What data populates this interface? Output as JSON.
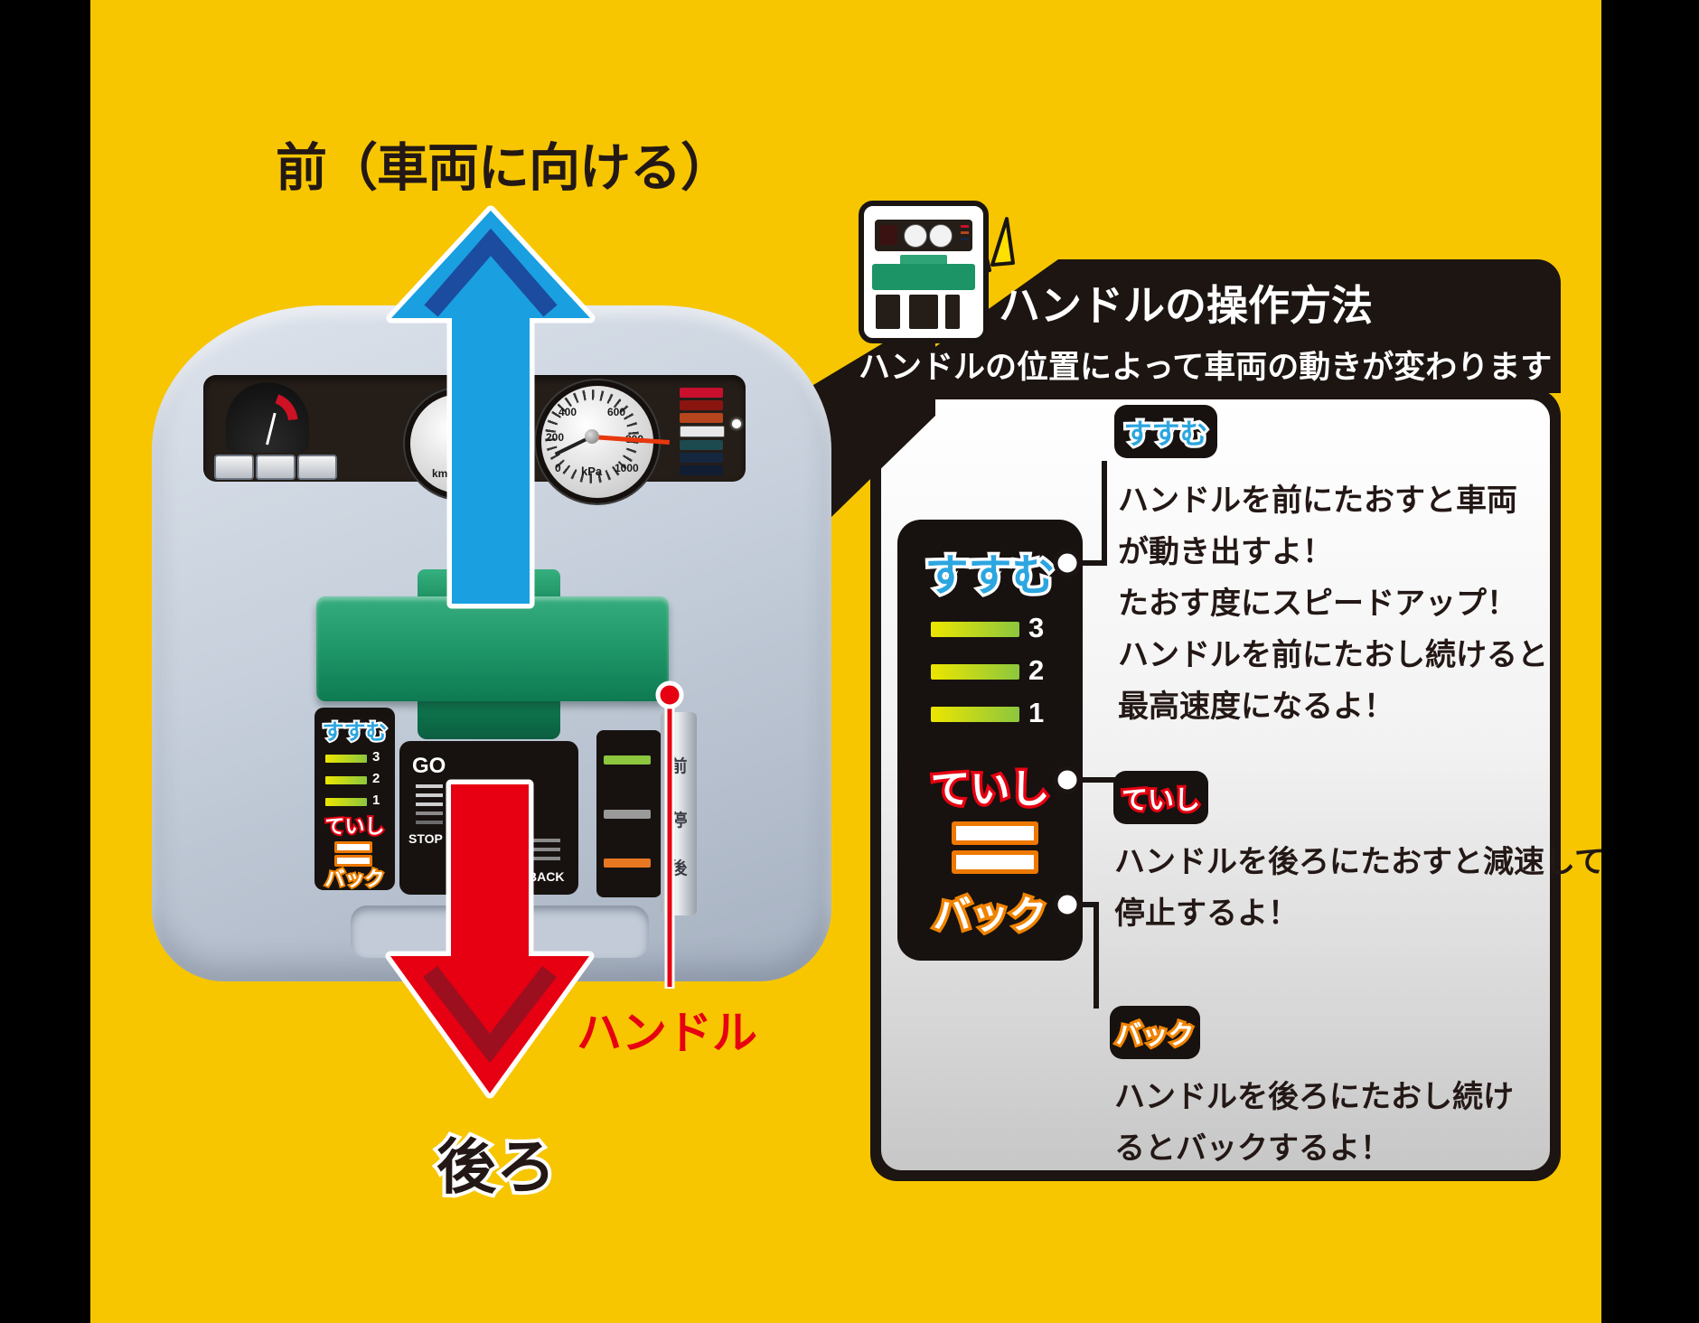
{
  "labels": {
    "front": "前（車両に向ける）",
    "back": "後ろ",
    "handle": "ハンドル"
  },
  "device": {
    "kpa_gauge": {
      "unit": "kPa",
      "ticks": [
        "0",
        "200",
        "400",
        "600",
        "800",
        "1000"
      ]
    },
    "km_gauge": {
      "unit": "km"
    },
    "left_sticker": {
      "forward": "すすむ",
      "levels": [
        "3",
        "2",
        "1"
      ],
      "stop": "ていし",
      "back": "バック"
    },
    "center_sticker": {
      "go": "GO",
      "stop": "STOP",
      "back": "BACK"
    },
    "side_strip": {
      "front": "前",
      "stop": "停",
      "back": "後"
    }
  },
  "panel": {
    "title": "ハンドルの操作方法",
    "subtitle": "ハンドルの位置によって車両の動きが変わります",
    "column": {
      "forward": "すすむ",
      "levels": [
        "3",
        "2",
        "1"
      ],
      "stop": "ていし",
      "back": "バック"
    },
    "badges": {
      "forward": "すすむ",
      "stop": "ていし",
      "back": "バック"
    },
    "forward_desc": [
      "ハンドルを前にたおすと車両",
      "が動き出すよ！",
      "たおす度にスピードアップ！",
      "ハンドルを前にたおし続けると",
      "最高速度になるよ！"
    ],
    "stop_desc": [
      "ハンドルを後ろにたおすと減速して",
      "停止するよ！"
    ],
    "back_desc": [
      "ハンドルを後ろにたおし続け",
      "るとバックするよ！"
    ]
  },
  "colors": {
    "background": "#f7c600",
    "frame": "#000000",
    "accent_blue": "#1a9fe0",
    "accent_red": "#e60012",
    "accent_orange": "#f08300",
    "handle_green": "#1d9466",
    "panel_black": "#1c1512"
  }
}
